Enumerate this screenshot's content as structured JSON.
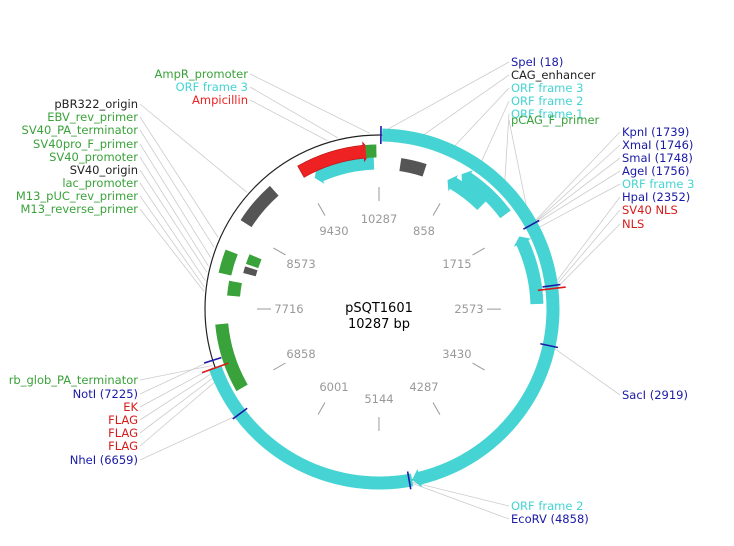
{
  "plasmid": {
    "name": "pSQT1601",
    "length_label": "10287 bp",
    "total_bp": 10287
  },
  "colors": {
    "site": "#1a1aa6",
    "orf": "#45d3d3",
    "promoter": "#3aa23a",
    "misc": "#555555",
    "ampicillin": "#ee2222",
    "tag": "#d81b1b",
    "backbone": "#222222",
    "ticks": "#999999"
  },
  "ticks": [
    {
      "label": "10287",
      "pos": 0
    },
    {
      "label": "858",
      "pos": 858
    },
    {
      "label": "1715",
      "pos": 1715
    },
    {
      "label": "2573",
      "pos": 2573
    },
    {
      "label": "3430",
      "pos": 3430
    },
    {
      "label": "4287",
      "pos": 4287
    },
    {
      "label": "5144",
      "pos": 5144
    },
    {
      "label": "6001",
      "pos": 6001
    },
    {
      "label": "6858",
      "pos": 6858
    },
    {
      "label": "7716",
      "pos": 7716
    },
    {
      "label": "8573",
      "pos": 8573
    },
    {
      "label": "9430",
      "pos": 9430
    }
  ],
  "features": [
    {
      "type": "orf",
      "start": 30,
      "end": 4830,
      "lane": 0,
      "arrow": "end"
    },
    {
      "type": "orf",
      "start": 4830,
      "end": 7150,
      "lane": 0,
      "arrow": "none"
    },
    {
      "type": "orf",
      "start": 1790,
      "end": 2520,
      "lane": 1,
      "arrow": "start"
    },
    {
      "type": "orf",
      "start": 900,
      "end": 1520,
      "lane": 1,
      "arrow": "start"
    },
    {
      "type": "orf",
      "start": 800,
      "end": 1280,
      "lane": 2,
      "arrow": "start"
    },
    {
      "type": "orf",
      "start": 9540,
      "end": 10230,
      "lane": 2,
      "arrow": "start"
    },
    {
      "type": "ampicillin",
      "start": 9440,
      "end": 10200,
      "lane": 1,
      "arrow": "end"
    },
    {
      "type": "misc",
      "start": 240,
      "end": 520,
      "lane": 2,
      "arrow": "none"
    },
    {
      "type": "misc",
      "start": 8650,
      "end": 9100,
      "lane": 1,
      "arrow": "none"
    },
    {
      "type": "misc",
      "start": 8140,
      "end": 8220,
      "lane": 3,
      "arrow": "none"
    },
    {
      "type": "promoter",
      "start": 6860,
      "end": 7560,
      "lane": 1,
      "arrow": "none"
    },
    {
      "type": "promoter",
      "start": 8080,
      "end": 8320,
      "lane": 1,
      "arrow": "none"
    },
    {
      "type": "promoter",
      "start": 7860,
      "end": 8020,
      "lane": 2,
      "arrow": "none"
    },
    {
      "type": "promoter",
      "start": 8250,
      "end": 8370,
      "lane": 3,
      "arrow": "none"
    },
    {
      "type": "promoter",
      "start": 10150,
      "end": 10260,
      "lane": 1,
      "arrow": "none"
    }
  ],
  "site_marks": [
    {
      "pos": 18,
      "kind": "site"
    },
    {
      "pos": 1745,
      "kind": "site"
    },
    {
      "pos": 2352,
      "kind": "site"
    },
    {
      "pos": 2919,
      "kind": "site"
    },
    {
      "pos": 4858,
      "kind": "site"
    },
    {
      "pos": 6659,
      "kind": "site"
    },
    {
      "pos": 7225,
      "kind": "site"
    },
    {
      "pos": 2380,
      "kind": "tag"
    },
    {
      "pos": 7150,
      "kind": "tag"
    }
  ],
  "labels": [
    {
      "text": "SpeI  (18)",
      "kind": "site",
      "side": "right",
      "pos": 18
    },
    {
      "text": "CAG_enhancer",
      "kind": "misc",
      "side": "right",
      "pos": 380
    },
    {
      "text": "ORF frame 3",
      "kind": "orf",
      "side": "right",
      "pos": 700
    },
    {
      "text": "ORF frame 2",
      "kind": "orf",
      "side": "right",
      "pos": 1000
    },
    {
      "text": "ORF frame 1",
      "kind": "orf",
      "side": "right",
      "pos": 1300
    },
    {
      "text": "pCAG_F_primer",
      "kind": "promoter",
      "side": "right",
      "pos": 1660
    },
    {
      "text": "KpnI  (1739)",
      "kind": "site",
      "side": "right",
      "pos": 1739
    },
    {
      "text": "XmaI  (1746)",
      "kind": "site",
      "side": "right",
      "pos": 1746
    },
    {
      "text": "SmaI  (1748)",
      "kind": "site",
      "side": "right",
      "pos": 1748
    },
    {
      "text": "AgeI  (1756)",
      "kind": "site",
      "side": "right",
      "pos": 1756
    },
    {
      "text": "ORF frame 3",
      "kind": "orf",
      "side": "right",
      "pos": 1800
    },
    {
      "text": "HpaI  (2352)",
      "kind": "site",
      "side": "right",
      "pos": 2352
    },
    {
      "text": "SV40 NLS",
      "kind": "tag",
      "side": "right",
      "pos": 2375
    },
    {
      "text": "NLS",
      "kind": "tag",
      "side": "right",
      "pos": 2400
    },
    {
      "text": "SacI  (2919)",
      "kind": "site",
      "side": "right",
      "pos": 2919
    },
    {
      "text": "ORF frame 2",
      "kind": "orf",
      "side": "right",
      "pos": 4840
    },
    {
      "text": "EcoRV  (4858)",
      "kind": "site",
      "side": "right",
      "pos": 4858
    },
    {
      "text": "AmpR_promoter",
      "kind": "promoter",
      "side": "left",
      "pos": 10200
    },
    {
      "text": "ORF frame 3",
      "kind": "orf",
      "side": "left",
      "pos": 9900
    },
    {
      "text": "Ampicillin",
      "kind": "ampicillin",
      "side": "left",
      "pos": 9800
    },
    {
      "text": "pBR322_origin",
      "kind": "misc",
      "side": "left",
      "pos": 8900
    },
    {
      "text": "EBV_rev_primer",
      "kind": "promoter",
      "side": "left",
      "pos": 8400
    },
    {
      "text": "SV40_PA_terminator",
      "kind": "promoter",
      "side": "left",
      "pos": 8300
    },
    {
      "text": "SV40pro_F_primer",
      "kind": "promoter",
      "side": "left",
      "pos": 8200
    },
    {
      "text": "SV40_promoter",
      "kind": "promoter",
      "side": "left",
      "pos": 8120
    },
    {
      "text": "SV40_origin",
      "kind": "misc",
      "side": "left",
      "pos": 8060
    },
    {
      "text": "lac_promoter",
      "kind": "promoter",
      "side": "left",
      "pos": 7980
    },
    {
      "text": "M13_pUC_rev_primer",
      "kind": "promoter",
      "side": "left",
      "pos": 7920
    },
    {
      "text": "M13_reverse_primer",
      "kind": "promoter",
      "side": "left",
      "pos": 7880
    },
    {
      "text": "rb_glob_PA_terminator",
      "kind": "promoter",
      "side": "left",
      "pos": 7180
    },
    {
      "text": "NotI  (7225)",
      "kind": "site",
      "side": "left",
      "pos": 7225
    },
    {
      "text": "EK",
      "kind": "tag",
      "side": "left",
      "pos": 7160
    },
    {
      "text": "FLAG",
      "kind": "tag",
      "side": "left",
      "pos": 7120
    },
    {
      "text": "FLAG",
      "kind": "tag",
      "side": "left",
      "pos": 7080
    },
    {
      "text": "FLAG",
      "kind": "tag",
      "side": "left",
      "pos": 7040
    },
    {
      "text": "NheI  (6659)",
      "kind": "site",
      "side": "left",
      "pos": 6659
    }
  ]
}
